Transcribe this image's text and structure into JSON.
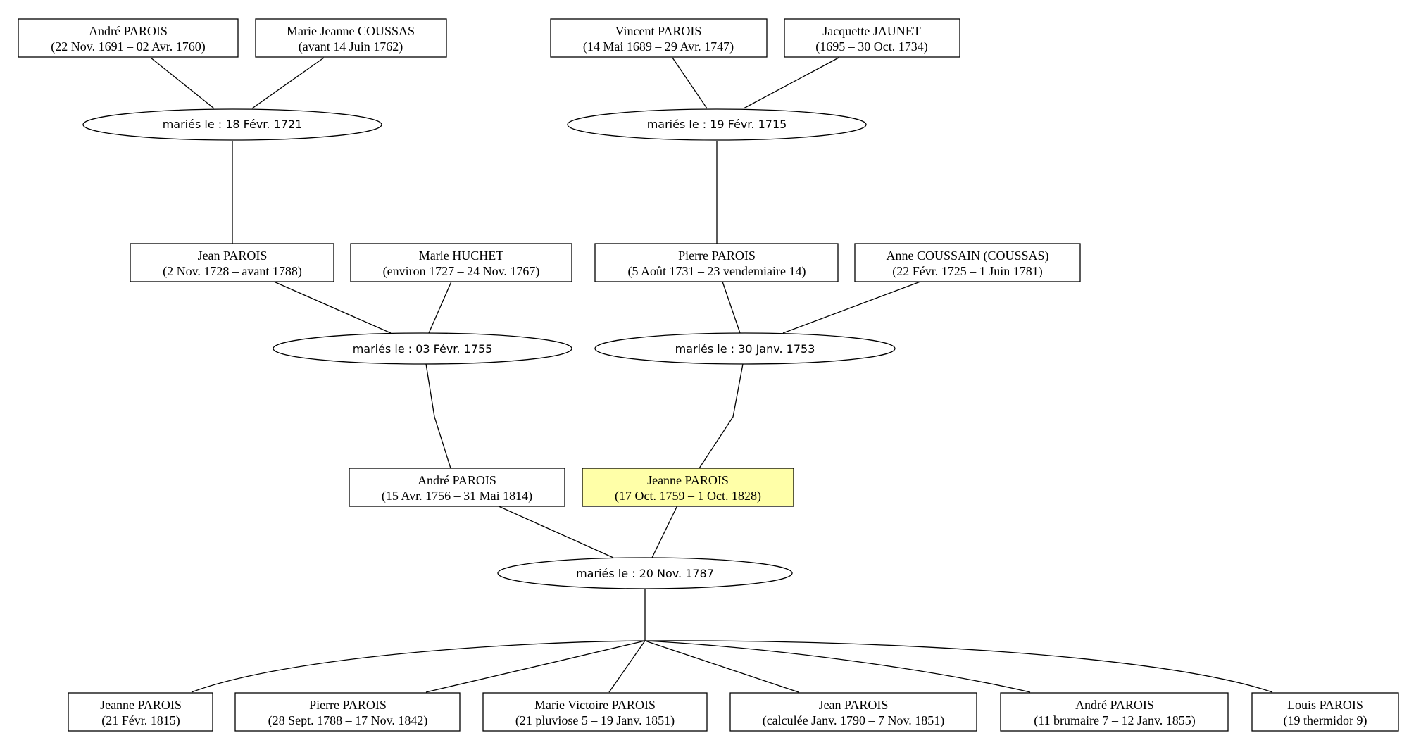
{
  "people": {
    "p1": {
      "name": "André PAROIS",
      "dates": "(22 Nov. 1691 – 02 Avr. 1760)"
    },
    "p2": {
      "name": "Marie Jeanne COUSSAS",
      "dates": "(avant 14 Juin 1762)"
    },
    "p3": {
      "name": "Vincent PAROIS",
      "dates": "(14 Mai 1689 – 29 Avr. 1747)"
    },
    "p4": {
      "name": "Jacquette JAUNET",
      "dates": "(1695 – 30 Oct. 1734)"
    },
    "p5": {
      "name": "Jean PAROIS",
      "dates": "(2 Nov. 1728 – avant 1788)"
    },
    "p6": {
      "name": "Marie HUCHET",
      "dates": "(environ 1727 – 24 Nov. 1767)"
    },
    "p7": {
      "name": "Pierre PAROIS",
      "dates": "(5 Août 1731 – 23 vendemiaire 14)"
    },
    "p8": {
      "name": "Anne COUSSAIN (COUSSAS)",
      "dates": "(22 Févr. 1725 – 1 Juin 1781)"
    },
    "p9": {
      "name": "André PAROIS",
      "dates": "(15 Avr. 1756 – 31 Mai 1814)"
    },
    "p10": {
      "name": "Jeanne PAROIS",
      "dates": "(17 Oct. 1759 – 1 Oct. 1828)"
    },
    "c1": {
      "name": "Jeanne PAROIS",
      "dates": "(21 Févr. 1815)"
    },
    "c2": {
      "name": "Pierre PAROIS",
      "dates": "(28 Sept. 1788 – 17 Nov. 1842)"
    },
    "c3": {
      "name": "Marie Victoire PAROIS",
      "dates": "(21 pluviose 5 – 19 Janv. 1851)"
    },
    "c4": {
      "name": "Jean PAROIS",
      "dates": "(calculée Janv. 1790 – 7 Nov. 1851)"
    },
    "c5": {
      "name": "André PAROIS",
      "dates": "(11 brumaire 7 – 12 Janv. 1855)"
    },
    "c6": {
      "name": "Louis PAROIS",
      "dates": "(19 thermidor 9)"
    }
  },
  "marriages": {
    "m1": "mariés le : 18 Févr. 1721",
    "m2": "mariés le : 19 Févr. 1715",
    "m3": "mariés le : 03 Févr. 1755",
    "m4": "mariés le : 30 Janv. 1753",
    "m5": "mariés le : 20 Nov. 1787"
  },
  "colors": {
    "highlight": "#ffffa8",
    "stroke": "#000000"
  }
}
